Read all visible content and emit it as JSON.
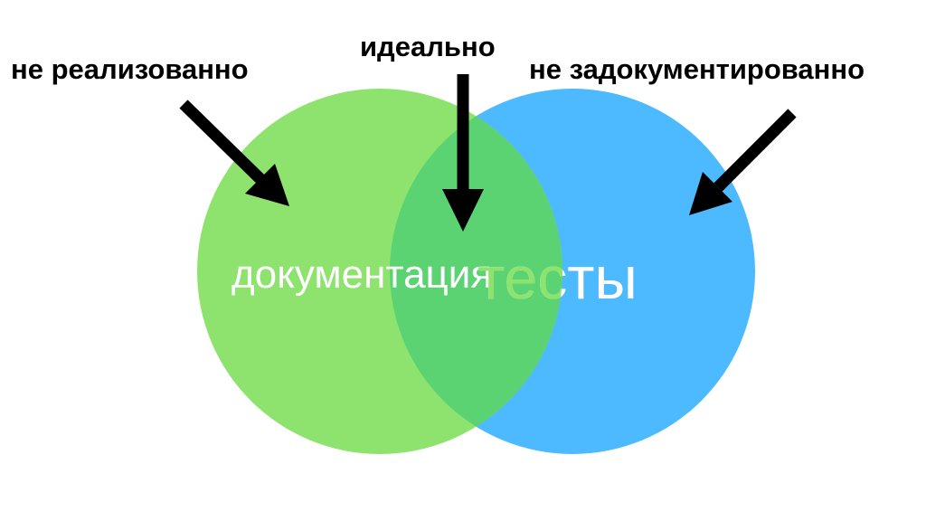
{
  "labels": {
    "not_implemented": "не реализованно",
    "ideal": "идеально",
    "not_documented": "не задокументированно"
  },
  "circles": {
    "documentation": "документация",
    "tests": "тесты"
  },
  "colors": {
    "documentation_fill": "#8ee36f",
    "tests_fill": "#4dbaff",
    "overlap_fill": "#5bd372",
    "tests_label_overlap": "#8ee36f",
    "arrow": "#000000",
    "text_on_circle": "#ffffff"
  }
}
